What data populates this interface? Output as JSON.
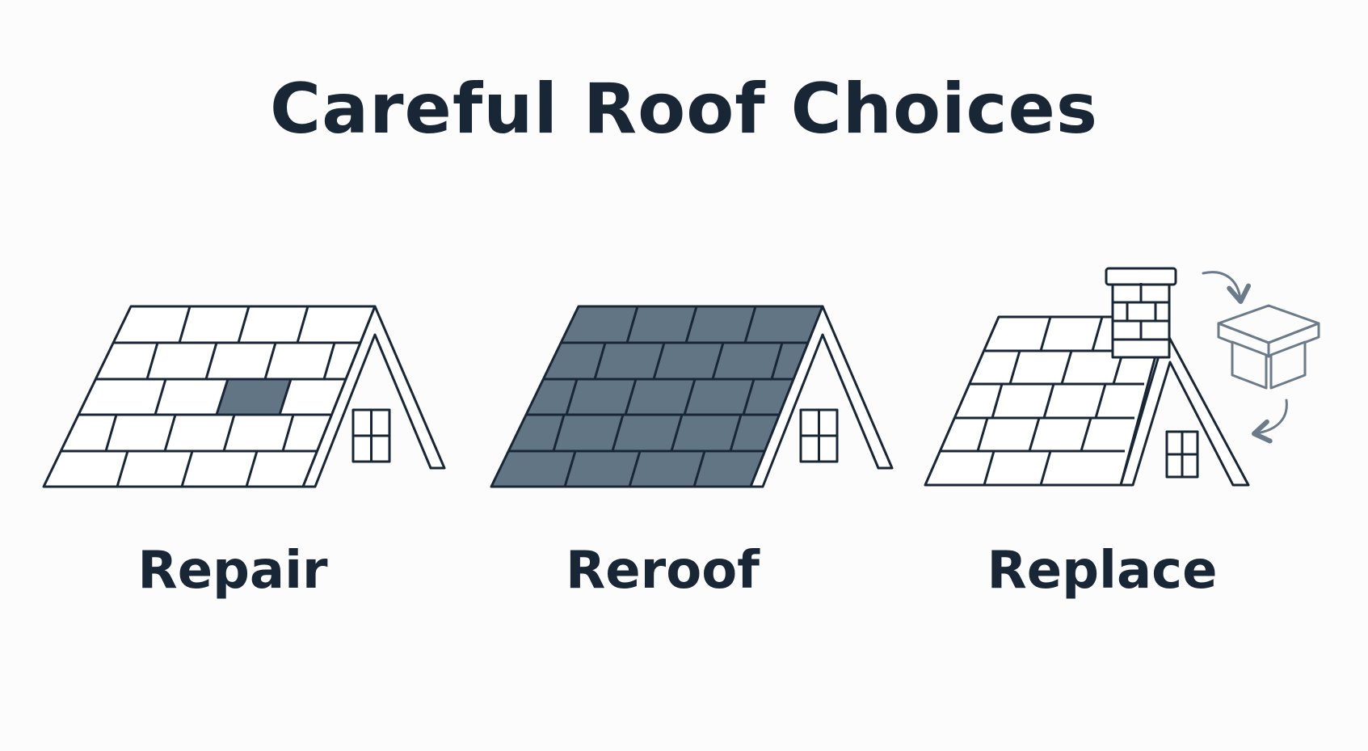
{
  "title": "Careful Roof Choices",
  "colors": {
    "ink": "#182636",
    "slate": "#627585",
    "arrow": "#6b7b89",
    "paper": "#fcfcfc"
  },
  "options": [
    {
      "id": "repair",
      "label": "Repair"
    },
    {
      "id": "reroof",
      "label": "Reroof"
    },
    {
      "id": "replace",
      "label": "Replace"
    }
  ]
}
